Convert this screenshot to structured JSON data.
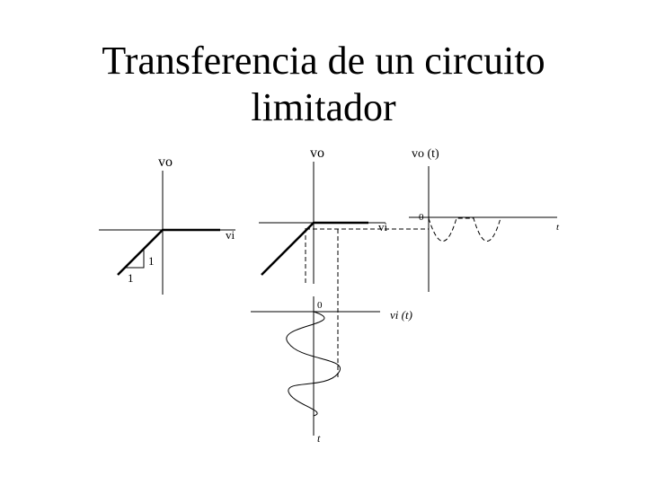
{
  "title": {
    "line1": "Transferencia de un circuito",
    "line2": "limitador"
  },
  "left_plot": {
    "y_label": "vo",
    "x_label": "vi",
    "slope_vertical": "1",
    "slope_horizontal": "1"
  },
  "middle_plot": {
    "y_label": "vo",
    "x_label": "vi"
  },
  "output_plot": {
    "y_label": "vo (t)",
    "origin_label": "0",
    "x_label": "t"
  },
  "input_plot": {
    "origin_label": "0",
    "label": "vi (t)",
    "time_label": "t"
  }
}
